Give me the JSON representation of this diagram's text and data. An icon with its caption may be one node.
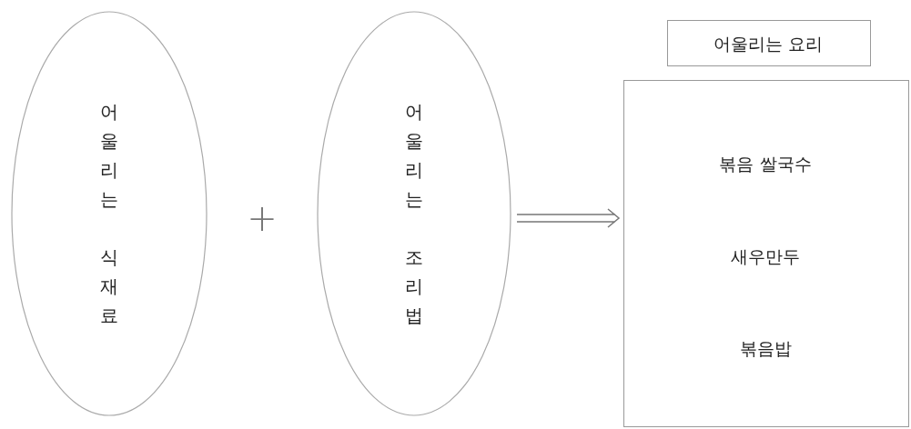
{
  "diagram": {
    "nodes": [
      {
        "text": [
          "어울리는 식재료"
        ]
      },
      {
        "text": [
          "어울리는 조리법"
        ]
      },
      {
        "text": [
          "어울리는 요리"
        ]
      },
      {
        "text": [
          "볶음 쌀국수",
          "새우만두",
          "볶음밥"
        ]
      }
    ],
    "edges": [
      {
        "from": 1,
        "to": 3,
        "arrow": "to"
      }
    ],
    "labels": [
      "+"
    ]
  }
}
